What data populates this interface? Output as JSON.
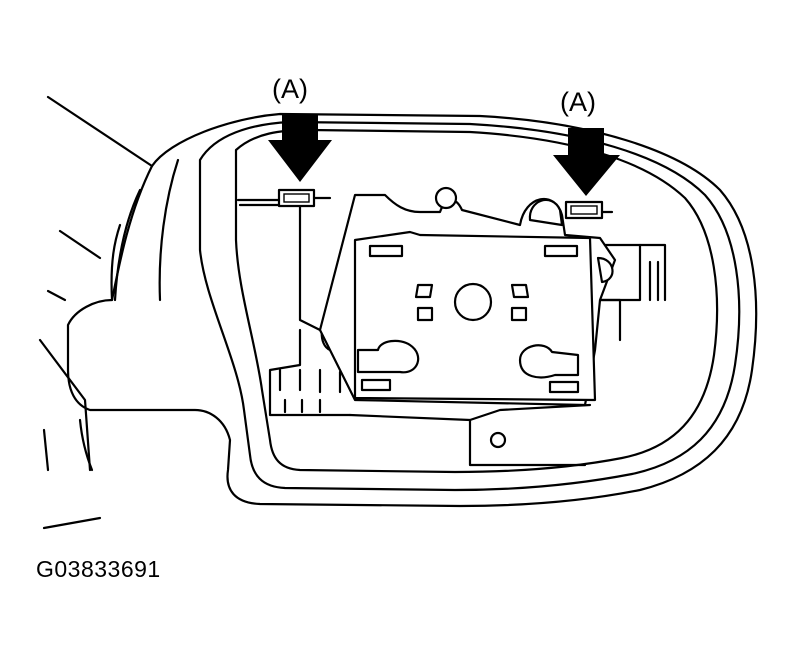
{
  "callouts": [
    {
      "label": "(A)"
    },
    {
      "label": "(A)"
    }
  ],
  "figure_id": "G03833691"
}
